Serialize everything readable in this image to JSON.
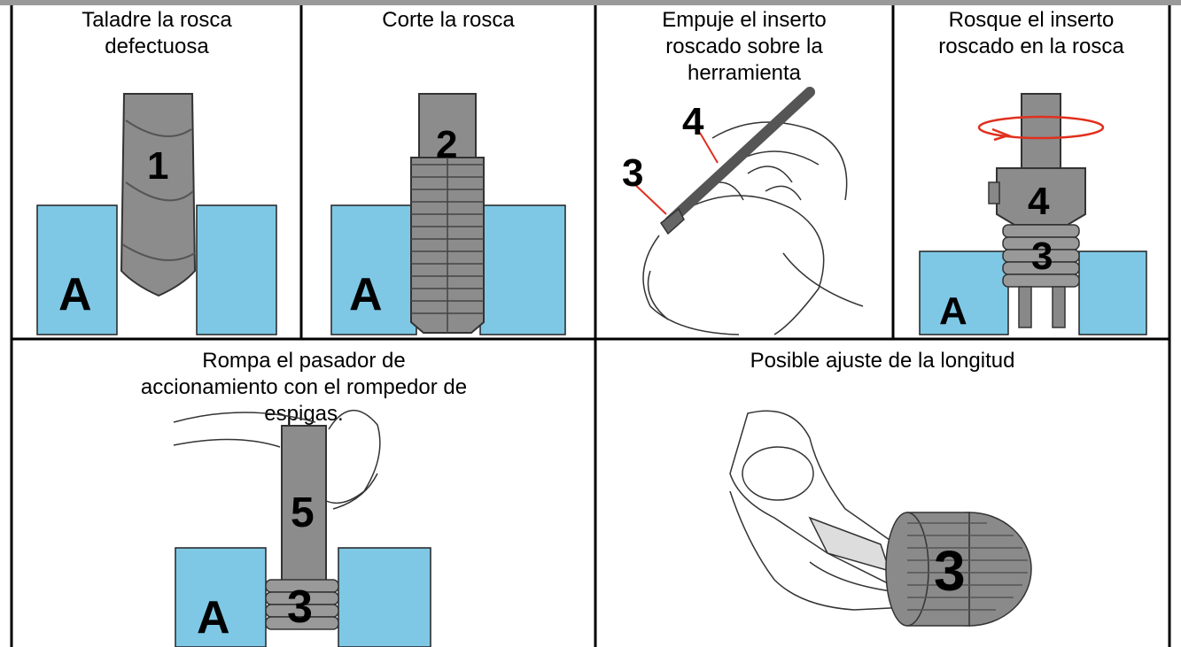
{
  "colors": {
    "blue": "#7ec8e6",
    "metal": "#8c8c8c",
    "metal_dark": "#555555",
    "red": "#e0301e"
  },
  "steps": [
    {
      "caption": "Taladre la rosca defectuosa",
      "marker": "1",
      "part_label": "A",
      "icon": "drill-bit-icon"
    },
    {
      "caption": "Corte la rosca",
      "marker": "2",
      "part_label": "A",
      "icon": "tap-icon"
    },
    {
      "caption": "Empuje el inserto roscado sobre la herramienta",
      "marker_tool": "4",
      "marker_insert": "3",
      "icon": "hands-tool-icon"
    },
    {
      "caption": "Rosque el inserto roscado en la rosca",
      "marker_tool": "4",
      "marker_insert": "3",
      "part_label": "A",
      "icon": "rotation-arrow-icon"
    },
    {
      "caption": "Rompa el pasador de accionamiento con el rompedor de espigas.",
      "marker_tool": "5",
      "marker_insert": "3",
      "part_label": "A",
      "icon": "pin-breaker-icon"
    },
    {
      "caption": "Posible ajuste de la longitud",
      "marker": "3",
      "icon": "cutting-pliers-icon"
    }
  ]
}
